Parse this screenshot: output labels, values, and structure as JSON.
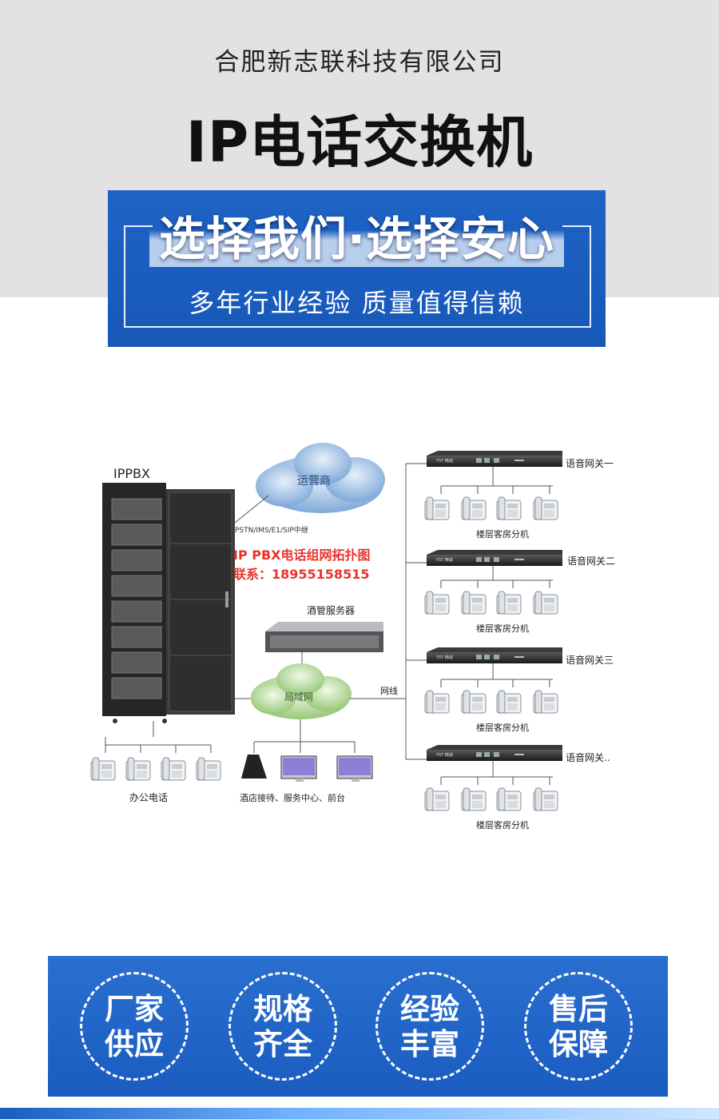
{
  "header": {
    "company": "合肥新志联科技有限公司",
    "product": "IP电话交换机"
  },
  "slogan": {
    "main": "选择我们·选择安心",
    "sub": "多年行业经验  质量值得信赖"
  },
  "diagram": {
    "ippbx_label": "IPPBX",
    "carrier_cloud": "运营商",
    "trunk_label": "PSTN/IMS/E1/SIP中继",
    "topology_title": "IP PBX电话组网拓扑图",
    "contact": "联系：18955158515",
    "hotel_server": "酒管服务器",
    "lan_cloud": "局域网",
    "cable_label": "网线",
    "office_phones": "办公电话",
    "front_desk": "酒店接待、服务中心、前台",
    "gateways": [
      {
        "name": "语音网关一",
        "extensions": "楼层客房分机"
      },
      {
        "name": "语音网关二",
        "extensions": "楼层客房分机"
      },
      {
        "name": "语音网关三",
        "extensions": "楼层客房分机"
      },
      {
        "name": "语音网关..",
        "extensions": "楼层客房分机"
      }
    ],
    "colors": {
      "accent_red": "#e8332b",
      "cloud_blue": "#5b8fc9",
      "cloud_green": "#8dc56a"
    }
  },
  "features": [
    {
      "line1": "厂家",
      "line2": "供应"
    },
    {
      "line1": "规格",
      "line2": "齐全"
    },
    {
      "line1": "经验",
      "line2": "丰富"
    },
    {
      "line1": "售后",
      "line2": "保障"
    }
  ],
  "colors": {
    "brand_blue": "#1f63c6",
    "header_gray": "#e2e2e2"
  }
}
